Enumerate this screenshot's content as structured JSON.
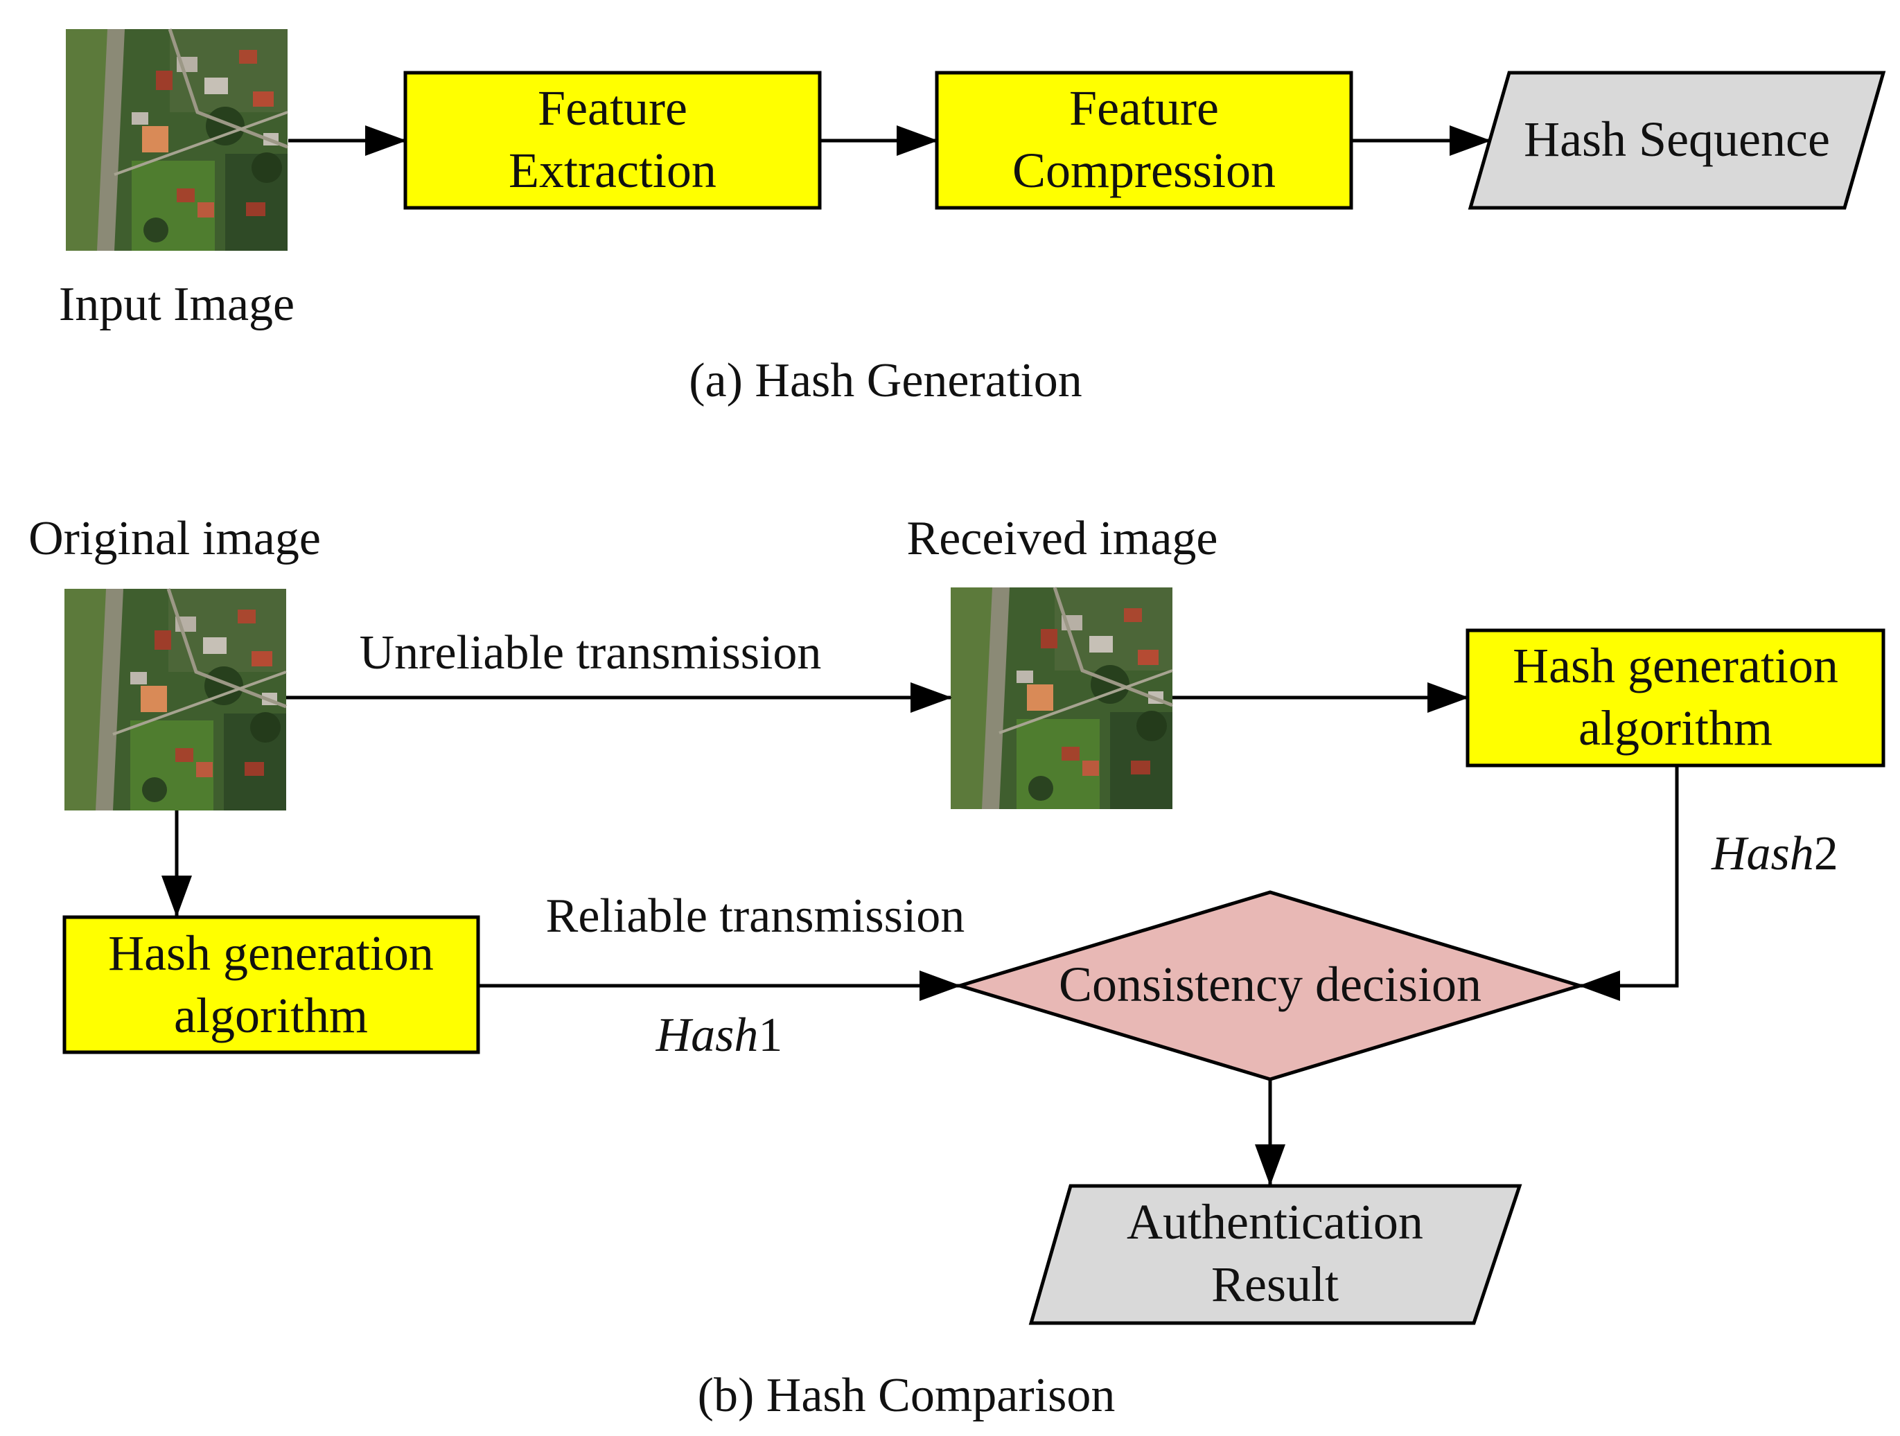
{
  "colors": {
    "process_box": "#ffff00",
    "io_box": "#d9d9d9",
    "decision": "#e8b8b5",
    "stroke": "#000000",
    "text": "#111111"
  },
  "section_a": {
    "input_image_label": "Input Image",
    "feature_extraction": [
      "Feature",
      "Extraction"
    ],
    "feature_compression": [
      "Feature",
      "Compression"
    ],
    "hash_sequence": "Hash Sequence",
    "caption": "(a) Hash Generation"
  },
  "section_b": {
    "original_image_label": "Original image",
    "received_image_label": "Received image",
    "unreliable_transmission": "Unreliable transmission",
    "reliable_transmission": "Reliable transmission",
    "hash_generation_left": [
      "Hash generation",
      "algorithm"
    ],
    "hash_generation_right": [
      "Hash generation",
      "algorithm"
    ],
    "hash1": {
      "italic": "Hash",
      "suffix": "1"
    },
    "hash2": {
      "italic": "Hash",
      "suffix": "2"
    },
    "consistency_decision": "Consistency decision",
    "authentication_result": [
      "Authentication",
      "Result"
    ],
    "caption": "(b) Hash Comparison"
  },
  "icons": {
    "satellite_image": "satellite-image-icon"
  }
}
